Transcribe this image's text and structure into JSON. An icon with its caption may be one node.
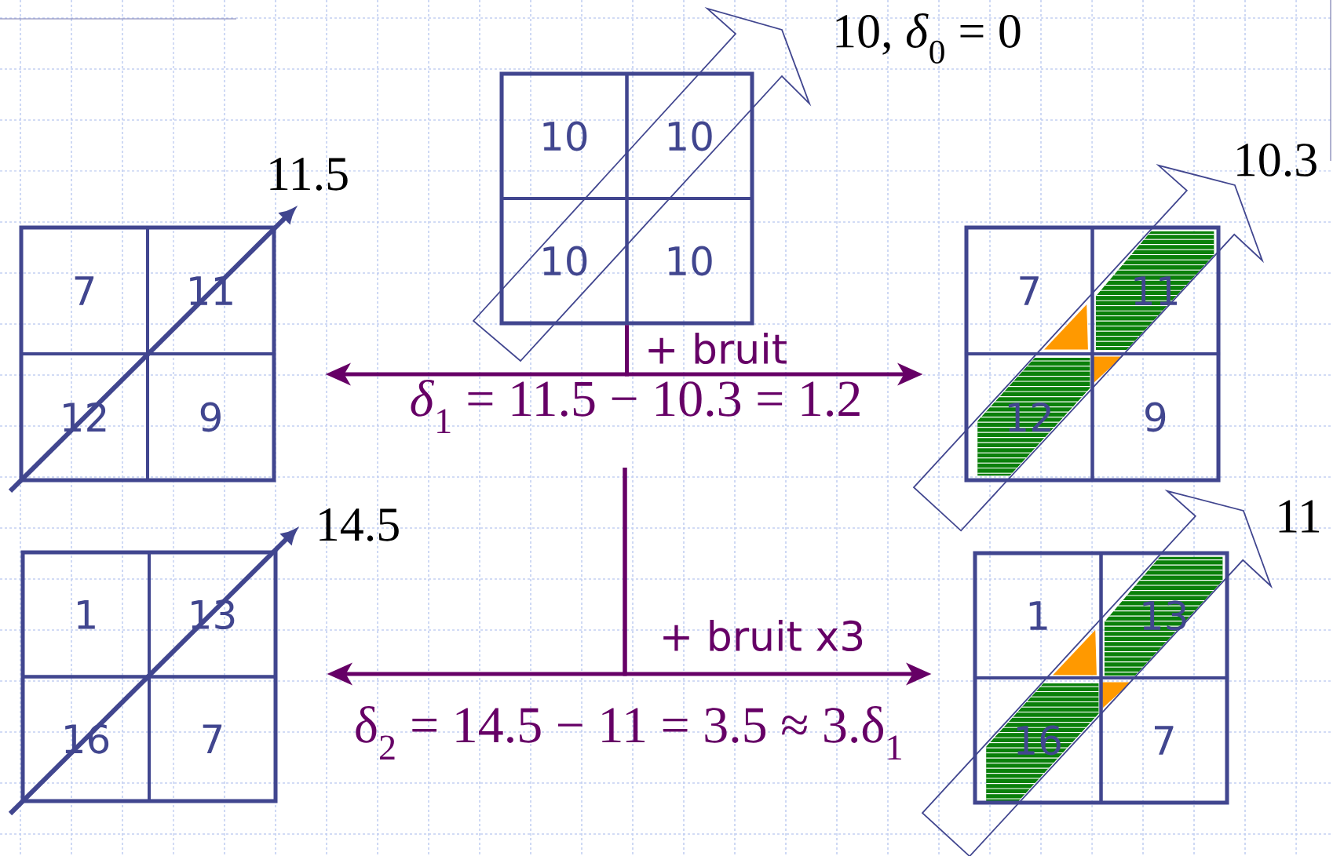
{
  "diagram": {
    "nodes": [
      {
        "text": [],
        "shape": "box",
        "beside": [
          "10, *δ*$_{0}$ = 0"
        ]
      },
      {
        "text": [
          "10"
        ],
        "in": 0
      },
      {
        "text": [
          "10"
        ],
        "in": 0
      },
      {
        "text": [
          "10"
        ],
        "in": 0
      },
      {
        "text": [
          "10"
        ],
        "in": 0
      },
      {
        "text": [],
        "shape": "box",
        "beside": [
          "11.5"
        ]
      },
      {
        "text": [
          "7"
        ],
        "in": 5
      },
      {
        "text": [
          "11"
        ],
        "in": 5
      },
      {
        "text": [
          "12"
        ],
        "in": 5
      },
      {
        "text": [
          "9"
        ],
        "in": 5
      },
      {
        "text": [],
        "shape": "box",
        "beside": [
          "10.3"
        ]
      },
      {
        "text": [
          "7"
        ],
        "in": 10
      },
      {
        "text": [
          "11"
        ],
        "in": 10
      },
      {
        "text": [
          "12"
        ],
        "in": 10
      },
      {
        "text": [
          "9"
        ],
        "in": 10
      },
      {
        "text": [],
        "shape": "box",
        "beside": [
          "14.5"
        ]
      },
      {
        "text": [
          "1"
        ],
        "in": 15
      },
      {
        "text": [
          "13"
        ],
        "in": 15
      },
      {
        "text": [
          "16"
        ],
        "in": 15
      },
      {
        "text": [
          "7"
        ],
        "in": 15
      },
      {
        "text": [],
        "shape": "box",
        "beside": [
          "11"
        ]
      },
      {
        "text": [
          "1"
        ],
        "in": 20
      },
      {
        "text": [
          "13"
        ],
        "in": 20
      },
      {
        "text": [
          "16"
        ],
        "in": 20
      },
      {
        "text": [
          "7"
        ],
        "in": 20
      }
    ],
    "edges": [
      {
        "from": 0,
        "to": 5,
        "arrow": "to"
      },
      {
        "from": 0,
        "to": 10,
        "arrow": "to",
        "label": "+ bruit"
      },
      {
        "from": null,
        "to": 15,
        "arrow": "to"
      },
      {
        "from": null,
        "to": 20,
        "arrow": "to",
        "label": "+ bruit x3"
      }
    ],
    "labels": [
      "*δ*$_{1}$ = 11.5 − 10.3 = 1.2",
      "δ$_{2}$ = 14.5 − 11 = 3.5 ≈ 3.δ$_{1}$"
    ]
  }
}
